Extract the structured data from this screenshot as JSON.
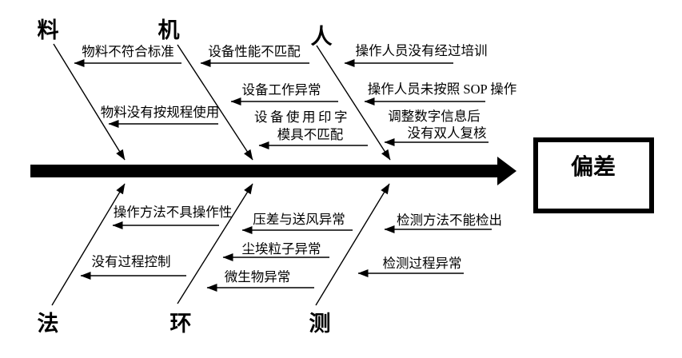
{
  "diagram_type": "fishbone-cause-effect",
  "effect": {
    "label": "偏差"
  },
  "branches": [
    {
      "key": "material",
      "label": "料",
      "position": "top",
      "causes": [
        {
          "text": "物料不符合标准"
        },
        {
          "text": "物料没有按规程使用"
        }
      ]
    },
    {
      "key": "machine",
      "label": "机",
      "position": "top",
      "causes": [
        {
          "text": "设备性能不匹配"
        },
        {
          "text": "设备工作异常"
        },
        {
          "text": "设备使用印字模具不匹配",
          "line1": "设备使用印字",
          "line2": "模具不匹配"
        }
      ]
    },
    {
      "key": "man",
      "label": "人",
      "position": "top",
      "causes": [
        {
          "text": "操作人员没有经过培训"
        },
        {
          "text": "操作人员未按照 SOP 操作"
        },
        {
          "text": "调整数字信息后没有双人复核",
          "line1": "调整数字信息后",
          "line2": "没有双人复核"
        }
      ]
    },
    {
      "key": "method",
      "label": "法",
      "position": "bottom",
      "causes": [
        {
          "text": "操作方法不具操作性"
        },
        {
          "text": "没有过程控制"
        }
      ]
    },
    {
      "key": "environment",
      "label": "环",
      "position": "bottom",
      "causes": [
        {
          "text": "压差与送风异常"
        },
        {
          "text": "尘埃粒子异常"
        },
        {
          "text": "微生物异常"
        }
      ]
    },
    {
      "key": "measurement",
      "label": "测",
      "position": "bottom",
      "causes": [
        {
          "text": "检测方法不能检出"
        },
        {
          "text": "检测过程异常"
        }
      ]
    }
  ],
  "colors": {
    "ink": "#000000",
    "background": "#ffffff"
  }
}
